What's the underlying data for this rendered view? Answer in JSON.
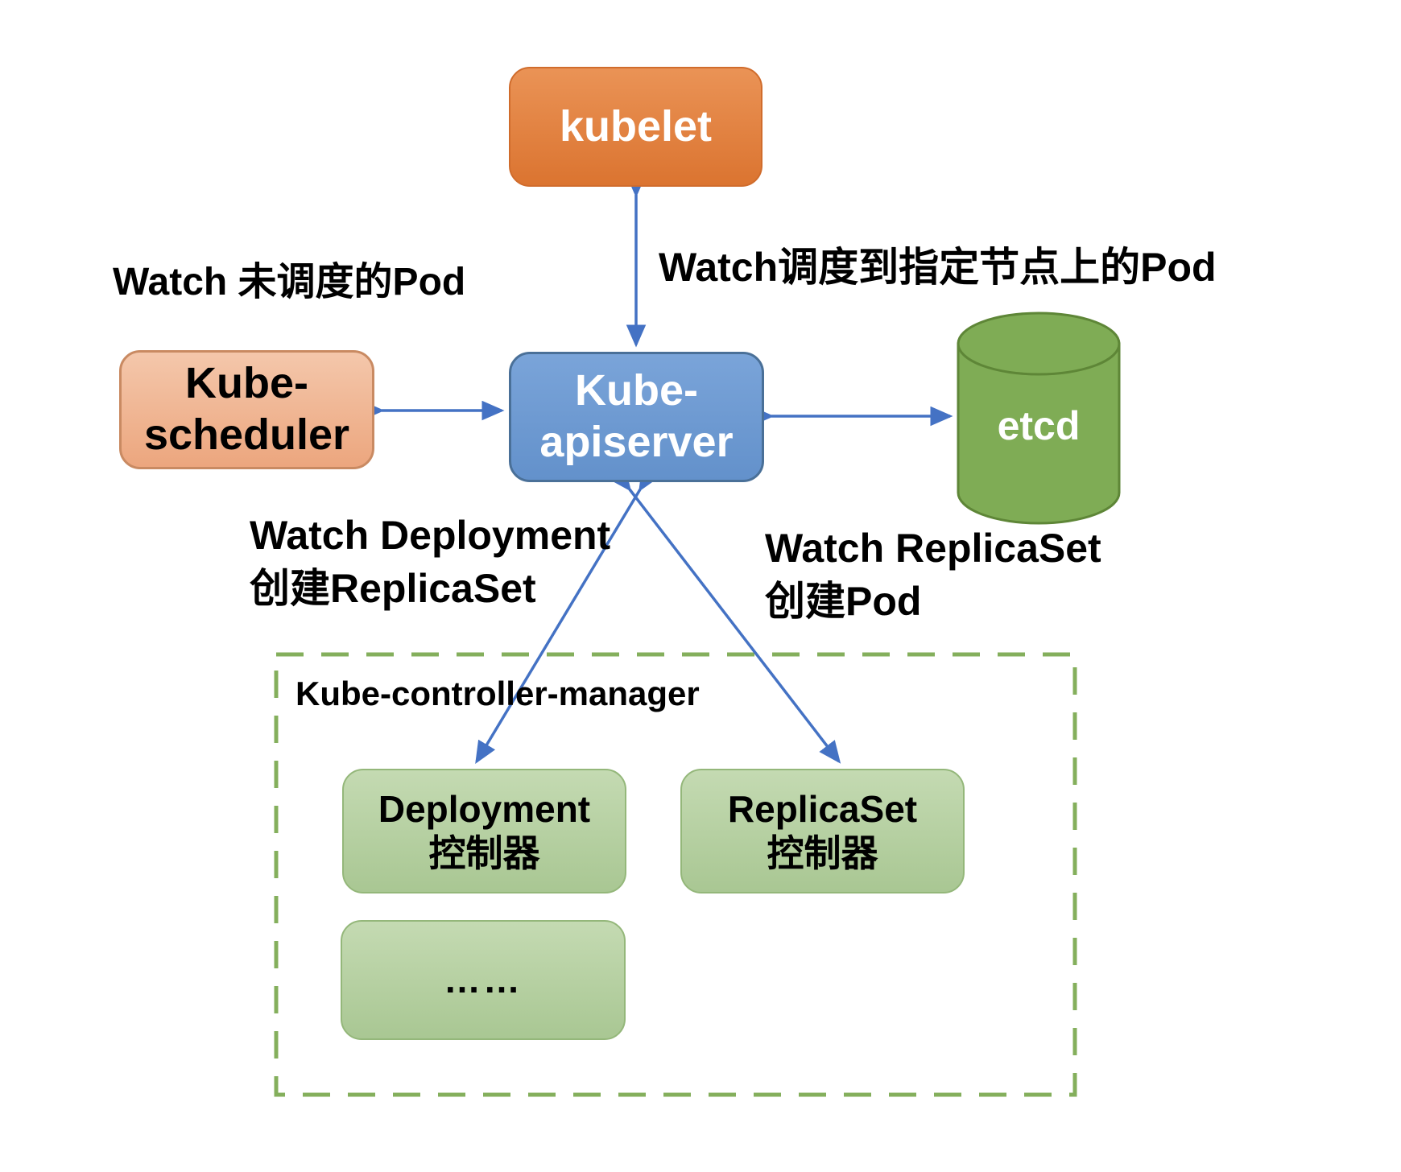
{
  "nodes": {
    "kubelet": {
      "label": "kubelet"
    },
    "kube_scheduler": {
      "label": "Kube-scheduler"
    },
    "kube_apiserver": {
      "label": "Kube-apiserver"
    },
    "etcd": {
      "label": "etcd"
    },
    "kube_controller_manager": {
      "label": "Kube-controller-manager"
    },
    "deployment_controller": {
      "label_en": "Deployment",
      "label_zh": "控制器"
    },
    "replicaset_controller": {
      "label_en": "ReplicaSet",
      "label_zh": "控制器"
    },
    "more_controllers": {
      "label": "……"
    }
  },
  "labels": {
    "scheduler_watch": "Watch 未调度的Pod",
    "kubelet_watch": "Watch调度到指定节点上的Pod",
    "deployment_watch_line1": "Watch Deployment",
    "deployment_watch_line2": "创建ReplicaSet",
    "replicaset_watch_line1": "Watch ReplicaSet",
    "replicaset_watch_line2": "创建Pod"
  },
  "colors": {
    "arrow": "#4472C4",
    "kubelet_fill_top": "#EA9356",
    "kubelet_fill_bottom": "#DB7430",
    "scheduler_fill_top": "#F4C7AB",
    "scheduler_fill_bottom": "#ECA67E",
    "apiserver_fill_top": "#7AA4D9",
    "apiserver_fill_bottom": "#6391CB",
    "etcd_fill": "#7FAC55",
    "etcd_border": "#5E8637",
    "controller_fill_top": "#C4DAB2",
    "controller_fill_bottom": "#A9C793",
    "dashed_border": "#84AF5C",
    "text_black": "#000000",
    "text_white": "#FFFFFF"
  }
}
